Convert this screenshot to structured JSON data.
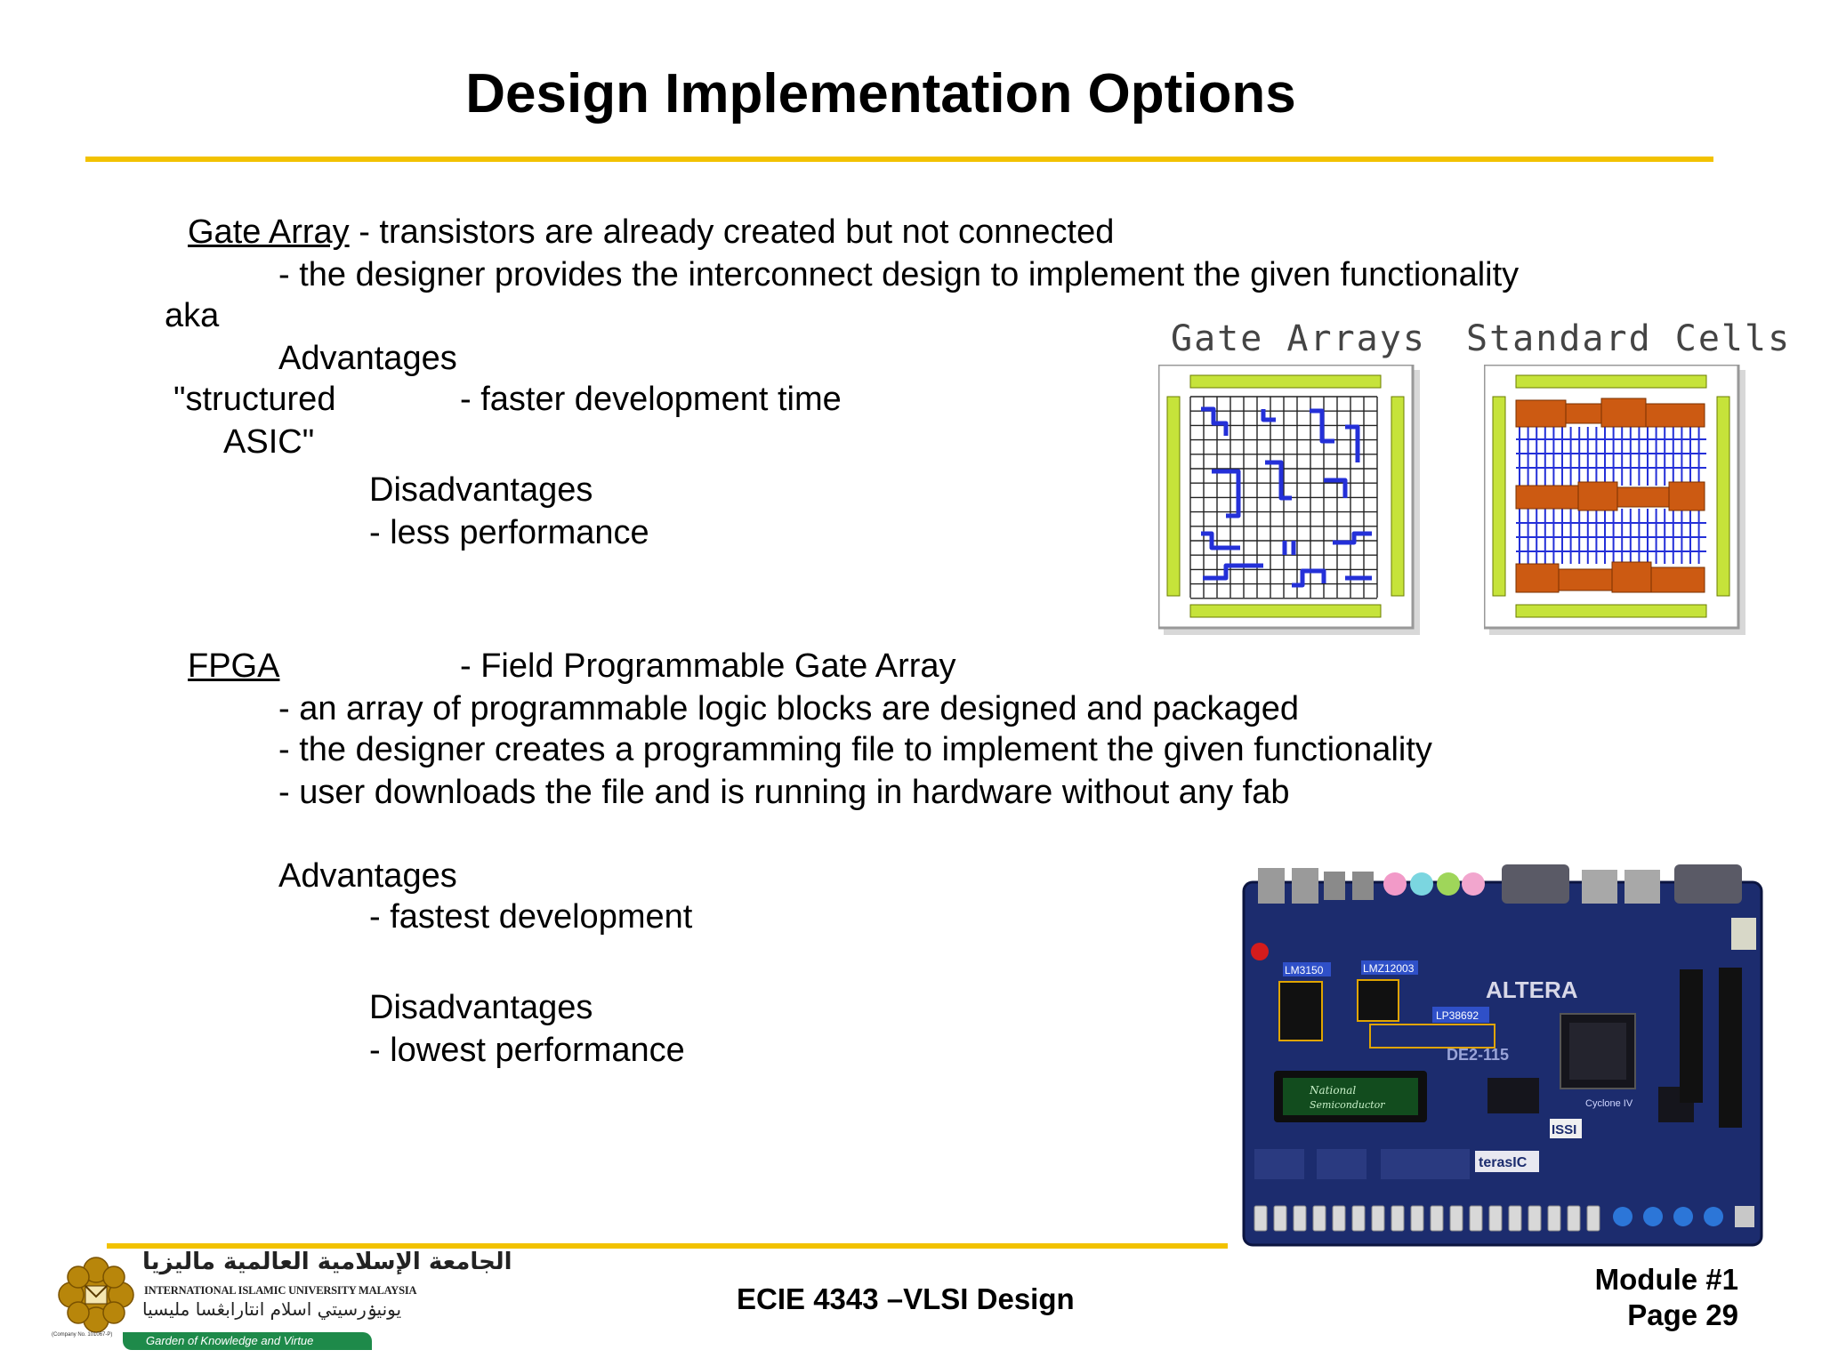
{
  "slide": {
    "title": "Design Implementation Options"
  },
  "gate_array": {
    "term": "Gate Array",
    "definition": " - transistors are already created but not connected",
    "detail": "- the designer provides the interconnect design to implement the given functionality",
    "aka_label": "aka",
    "aka_line1": "\"structured",
    "aka_line2": "ASIC\"",
    "advantages_label": "Advantages",
    "advantage_1": "- faster development time",
    "disadvantages_label": "Disadvantages",
    "disadvantage_1": "- less performance"
  },
  "fpga": {
    "term": "FPGA",
    "definition": "- Field Programmable Gate Array",
    "points": [
      "- an array of programmable logic blocks are designed and packaged",
      "- the designer creates a programming file to implement the given functionality",
      "- user downloads the file and is running in hardware without any fab"
    ],
    "advantages_label": "Advantages",
    "advantage_1": "- fastest development",
    "disadvantages_label": "Disadvantages",
    "disadvantage_1": "- lowest performance"
  },
  "figure": {
    "gate_arrays_label": "Gate Arrays",
    "standard_cells_label": "Standard Cells"
  },
  "board": {
    "chip_label_1": "LM3150",
    "chip_label_2": "LMZ12003",
    "chip_label_3": "LP38692",
    "brand": "ALTERA",
    "model": "DE2-115",
    "lcd_line1": "National",
    "lcd_line2": "Semiconductor",
    "memory_brand": "ISSI",
    "maker": "terasIC",
    "fpga_family": "Cyclone IV"
  },
  "footer": {
    "logo_arabic": "الجامعة الإسلامية العالمية ماليزيا",
    "logo_english": "INTERNATIONAL ISLAMIC UNIVERSITY MALAYSIA",
    "logo_malay": "يونيۏرسيتي اسلام انتارابڠسا مليسيا",
    "company_no": "(Company No. 101067-P)",
    "logo_tagline": "Garden of Knowledge and Virtue",
    "course": "ECIE 4343 –VLSI Design",
    "module": "Module #1",
    "page": "Page 29"
  },
  "colors": {
    "accent_rule": "#f2c200",
    "board_blue": "#1c2c6e",
    "cell_orange": "#cc5a12",
    "wire_blue": "#2430d8"
  }
}
